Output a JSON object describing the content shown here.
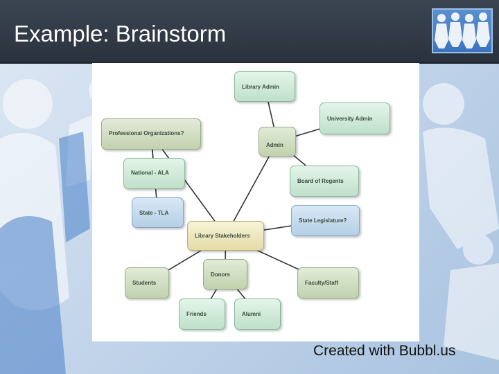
{
  "slide": {
    "title": "Example: Brainstorm",
    "caption": "Created with Bubbl.us",
    "logo_icon": "people-chain-icon",
    "accent_color": "#2f3844"
  },
  "mindmap": {
    "center": "Library Stakeholders",
    "nodes": [
      {
        "id": "library-admin",
        "label": "Library Admin",
        "color": "teal"
      },
      {
        "id": "university-admin",
        "label": "University Admin",
        "color": "teal"
      },
      {
        "id": "professional-organizations",
        "label": "Professional Organizations?",
        "color": "sage"
      },
      {
        "id": "admin",
        "label": "Admin",
        "color": "sage"
      },
      {
        "id": "national-ala",
        "label": "National - ALA",
        "color": "teal"
      },
      {
        "id": "board-of-regents",
        "label": "Board of Regents",
        "color": "teal"
      },
      {
        "id": "state-tla",
        "label": "State - TLA",
        "color": "blue"
      },
      {
        "id": "state-legislature",
        "label": "State Legislature?",
        "color": "blue"
      },
      {
        "id": "library-stakeholders",
        "label": "Library Stakeholders",
        "color": "yellow"
      },
      {
        "id": "donors",
        "label": "Donors",
        "color": "sage"
      },
      {
        "id": "students",
        "label": "Students",
        "color": "sage"
      },
      {
        "id": "faculty-staff",
        "label": "Faculty/Staff",
        "color": "sage"
      },
      {
        "id": "friends",
        "label": "Friends",
        "color": "teal"
      },
      {
        "id": "alumni",
        "label": "Alumni",
        "color": "teal"
      }
    ],
    "edges": [
      [
        "library-stakeholders",
        "admin"
      ],
      [
        "library-stakeholders",
        "professional-organizations"
      ],
      [
        "library-stakeholders",
        "students"
      ],
      [
        "library-stakeholders",
        "donors"
      ],
      [
        "library-stakeholders",
        "faculty-staff"
      ],
      [
        "library-stakeholders",
        "state-legislature"
      ],
      [
        "admin",
        "library-admin"
      ],
      [
        "admin",
        "university-admin"
      ],
      [
        "admin",
        "board-of-regents"
      ],
      [
        "professional-organizations",
        "national-ala"
      ],
      [
        "professional-organizations",
        "state-tla"
      ],
      [
        "donors",
        "friends"
      ],
      [
        "donors",
        "alumni"
      ]
    ]
  }
}
